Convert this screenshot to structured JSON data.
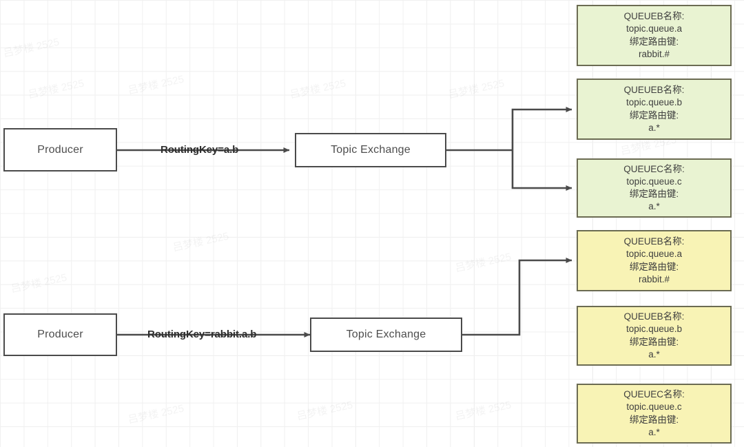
{
  "diagram": {
    "title": "RabbitMQ Topic Exchange routing diagram",
    "watermark_text": "吕梦楼 2525",
    "colors": {
      "green_fill": "#e9f3d2",
      "yellow_fill": "#f8f3b5",
      "node_stroke": "#4a4a4a",
      "queue_stroke": "#6b6b52",
      "edge_stroke": "#4a4a4a",
      "grid_line": "#e4e4e4",
      "text": "#4d4d4d"
    }
  },
  "nodes": {
    "producer_top": {
      "label": "Producer"
    },
    "producer_bottom": {
      "label": "Producer"
    },
    "exchange_top": {
      "label": "Topic Exchange"
    },
    "exchange_bottom": {
      "label": "Topic Exchange"
    }
  },
  "edge_labels": {
    "top_routing_key": "RoutingKey=a.b",
    "bottom_routing_key": "RoutingKey=rabbit.a.b"
  },
  "queues": [
    {
      "id": "q1",
      "variant": "green",
      "name_line": "QUEUEB名称:",
      "queue_name": "topic.queue.a",
      "binding_line": "绑定路由键:",
      "binding_key": "rabbit.#",
      "text": "QUEUEB名称:\ntopic.queue.a\n绑定路由键:\nrabbit.#"
    },
    {
      "id": "q2",
      "variant": "green",
      "name_line": "QUEUEB名称:",
      "queue_name": "topic.queue.b",
      "binding_line": "绑定路由键:",
      "binding_key": "a.*",
      "text": "QUEUEB名称:\ntopic.queue.b\n绑定路由键:\na.*"
    },
    {
      "id": "q3",
      "variant": "green",
      "name_line": "QUEUEC名称:",
      "queue_name": "topic.queue.c",
      "binding_line": "绑定路由键:",
      "binding_key": "a.*",
      "text": "QUEUEC名称:\ntopic.queue.c\n绑定路由键:\na.*"
    },
    {
      "id": "q4",
      "variant": "yellow",
      "name_line": "QUEUEB名称:",
      "queue_name": "topic.queue.a",
      "binding_line": "绑定路由键:",
      "binding_key": "rabbit.#",
      "text": "QUEUEB名称:\ntopic.queue.a\n绑定路由键:\nrabbit.#"
    },
    {
      "id": "q5",
      "variant": "yellow",
      "name_line": "QUEUEB名称:",
      "queue_name": "topic.queue.b",
      "binding_line": "绑定路由键:",
      "binding_key": "a.*",
      "text": "QUEUEB名称:\ntopic.queue.b\n绑定路由键:\na.*"
    },
    {
      "id": "q6",
      "variant": "yellow",
      "name_line": "QUEUEC名称:",
      "queue_name": "topic.queue.c",
      "binding_line": "绑定路由键:",
      "binding_key": "a.*",
      "text": "QUEUEC名称:\ntopic.queue.c\n绑定路由键:\na.*"
    }
  ]
}
